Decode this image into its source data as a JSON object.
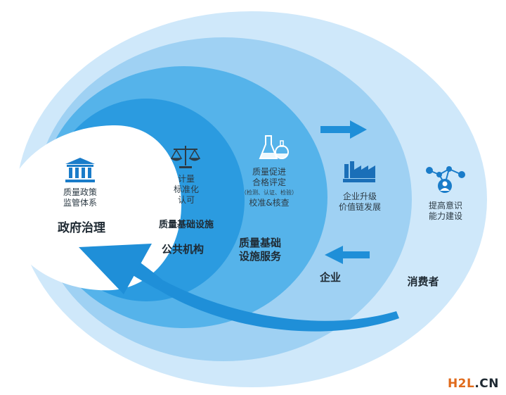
{
  "diagram": {
    "colors": {
      "outer": "#cfe8fa",
      "ring2": "#9fd1f3",
      "ring3": "#55b3ea",
      "ring4": "#2b9be0",
      "arrow": "#1f8fd8",
      "core": "#ffffff",
      "text": "#1f2a33",
      "icon": "#1a7cc9"
    },
    "government": {
      "sub": [
        "质量政策",
        "监管体系"
      ],
      "title": "政府治理",
      "icon": "bank-icon"
    },
    "metrology": {
      "lines": [
        "计量",
        "标准化",
        "认可"
      ],
      "icon": "scale-icon"
    },
    "public_institution": {
      "caption": "质量基础设施",
      "title": "公共机构"
    },
    "conformity": {
      "lines": [
        "质量促进",
        "合格评定"
      ],
      "detail": "（检测、认证、检验）",
      "tail": "校准&核查",
      "icon": "flask-icon"
    },
    "service": {
      "title_lines": [
        "质量基础",
        "设施服务"
      ]
    },
    "enterprise": {
      "lines": [
        "企业升级",
        "价值链发展"
      ],
      "title": "企业",
      "icon": "factory-icon"
    },
    "consumer": {
      "lines": [
        "提高意识",
        "能力建设"
      ],
      "title": "消费者",
      "icon": "network-people-icon"
    },
    "watermark": {
      "brand": "H2L",
      "suffix": ".CN"
    }
  }
}
